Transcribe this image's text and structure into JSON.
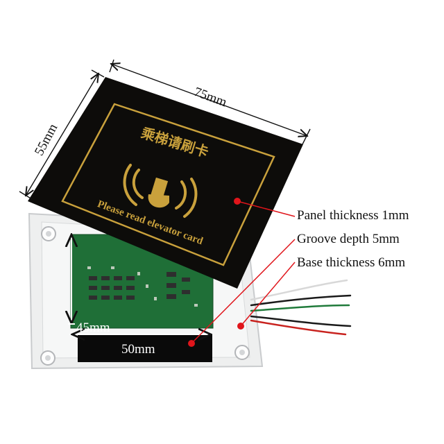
{
  "dimensions": {
    "width_label": "75mm",
    "height_label": "55mm",
    "pcb_height_label": "45mm",
    "pcb_width_label": "50mm"
  },
  "callouts": {
    "panel_thickness": "Panel thickness 1mm",
    "groove_depth": "Groove depth 5mm",
    "base_thickness": "Base thickness 6mm"
  },
  "card": {
    "chinese_text": "乘梯请刷卡",
    "english_text": "Please read elevator card"
  },
  "colors": {
    "panel": "#0d0c0a",
    "gold": "#c9a13c",
    "pcb": "#1c6b34",
    "marker": "#e0151b",
    "base": "#e9eaeb"
  }
}
